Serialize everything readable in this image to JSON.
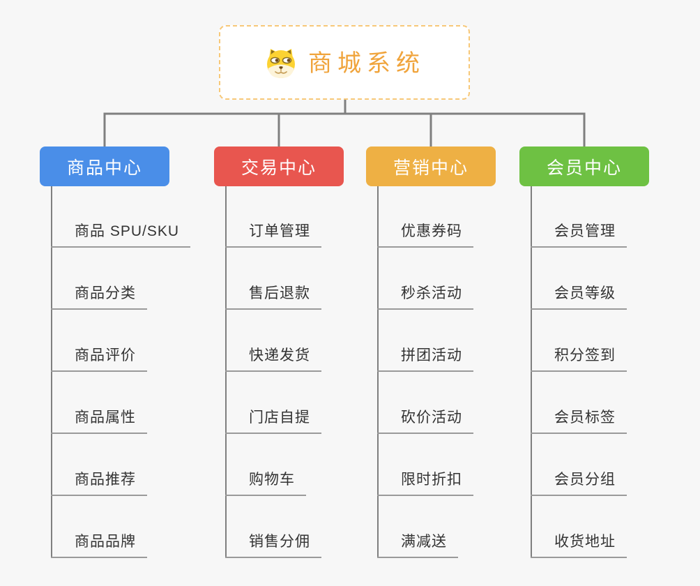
{
  "root": {
    "title": "商城系统",
    "icon": "dog-emoji"
  },
  "branches": [
    {
      "label": "商品中心",
      "color": "#4a8ee8",
      "items": [
        "商品 SPU/SKU",
        "商品分类",
        "商品评价",
        "商品属性",
        "商品推荐",
        "商品品牌"
      ]
    },
    {
      "label": "交易中心",
      "color": "#e8564f",
      "items": [
        "订单管理",
        "售后退款",
        "快递发货",
        "门店自提",
        "购物车",
        "销售分佣"
      ]
    },
    {
      "label": "营销中心",
      "color": "#eeb044",
      "items": [
        "优惠券码",
        "秒杀活动",
        "拼团活动",
        "砍价活动",
        "限时折扣",
        "满减送"
      ]
    },
    {
      "label": "会员中心",
      "color": "#6ec143",
      "items": [
        "会员管理",
        "会员等级",
        "积分签到",
        "会员标签",
        "会员分组",
        "收货地址"
      ]
    }
  ],
  "colors": {
    "background": "#f7f7f7",
    "root_text": "#f0a43c",
    "root_border": "#f7c878",
    "branch_text": "#ffffff",
    "connector": "#7f7f7f",
    "leaf_text": "#333333",
    "leaf_underline": "#9a9a9a"
  }
}
